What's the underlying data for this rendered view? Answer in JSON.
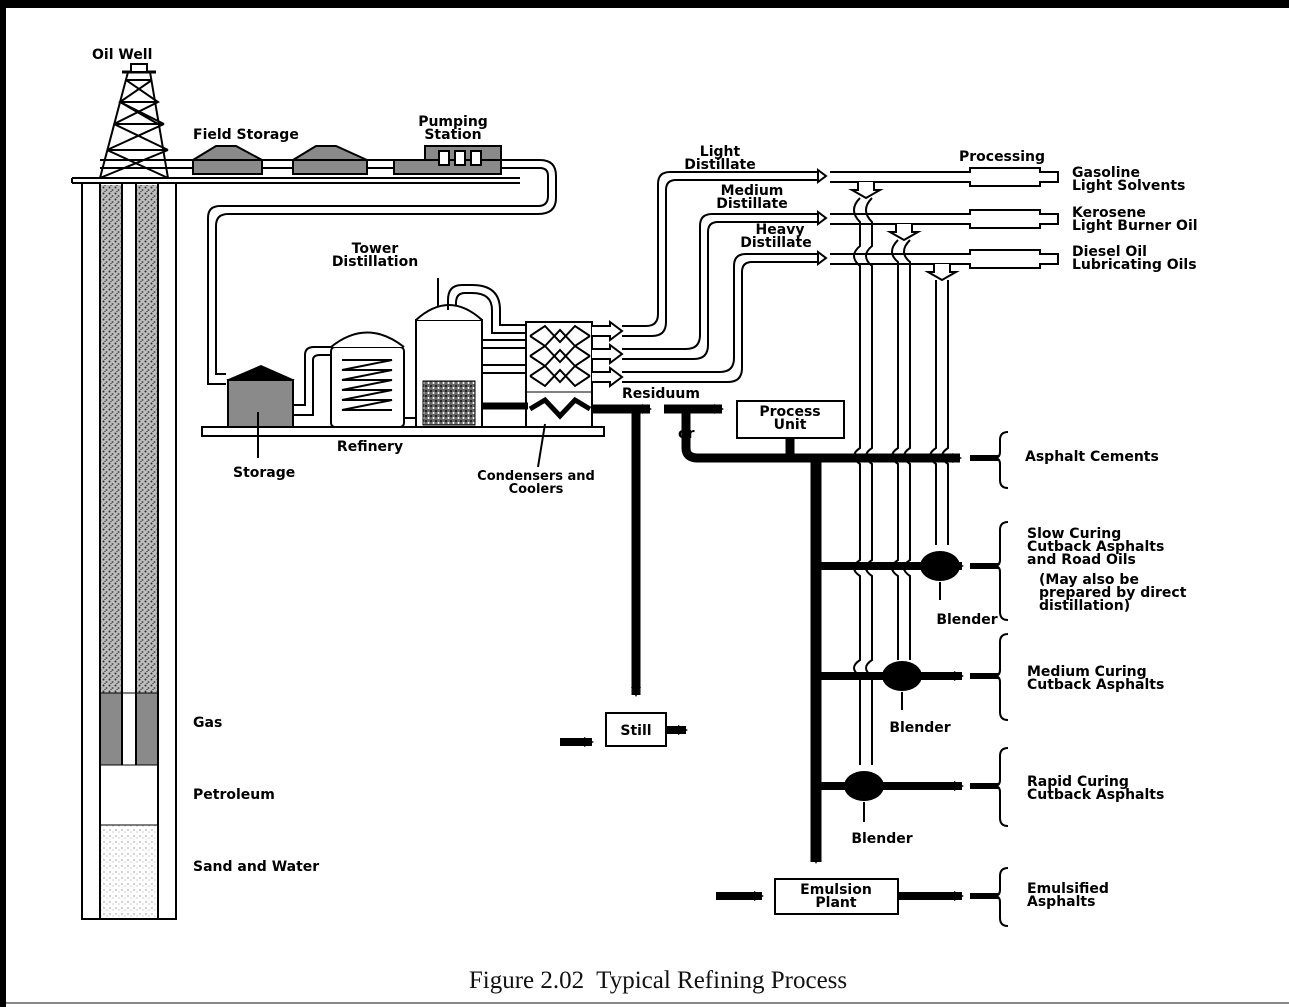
{
  "labels": {
    "oil_well": "Oil Well",
    "field_storage": "Field Storage",
    "pumping_station_1": "Pumping",
    "pumping_station_2": "Station",
    "tower_1": "Tower",
    "tower_2": "Distillation",
    "refinery": "Refinery",
    "storage": "Storage",
    "condensers_1": "Condensers and",
    "condensers_2": "Coolers",
    "light_1": "Light",
    "light_2": "Distillate",
    "medium_1": "Medium",
    "medium_2": "Distillate",
    "heavy_1": "Heavy",
    "heavy_2": "Distillate",
    "processing": "Processing",
    "residuum": "Residuum",
    "or": "or",
    "process_unit_1": "Process",
    "process_unit_2": "Unit",
    "still": "Still",
    "emulsion_1": "Emulsion",
    "emulsion_2": "Plant",
    "gas": "Gas",
    "petroleum": "Petroleum",
    "sand_water": "Sand and Water",
    "blender_1": "Blender",
    "blender_2": "Blender",
    "blender_3": "Blender"
  },
  "products": {
    "gasoline_1": "Gasoline",
    "gasoline_2": "Light Solvents",
    "kerosene_1": "Kerosene",
    "kerosene_2": "Light Burner Oil",
    "diesel_1": "Diesel Oil",
    "diesel_2": "Lubricating Oils",
    "asphalt_cements": "Asphalt Cements",
    "slow_1": "Slow Curing",
    "slow_2": "Cutback Asphalts",
    "slow_3": "and Road Oils",
    "slow_note_1": "(May also be",
    "slow_note_2": "prepared by direct",
    "slow_note_3": "distillation)",
    "medium_1": "Medium Curing",
    "medium_2": "Cutback Asphalts",
    "rapid_1": "Rapid Curing",
    "rapid_2": "Cutback Asphalts",
    "emulsified_1": "Emulsified",
    "emulsified_2": "Asphalts"
  },
  "caption": "Figure 2.02  Typical Refining Process"
}
